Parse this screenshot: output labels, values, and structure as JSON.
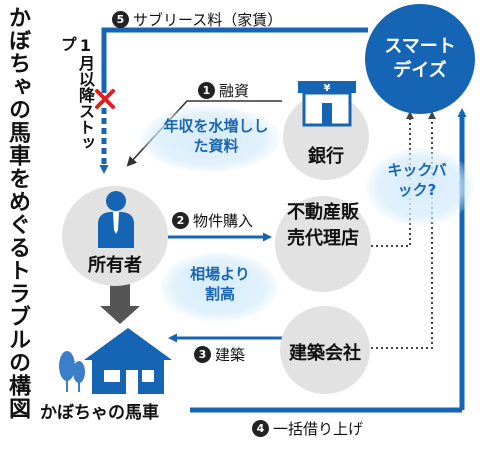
{
  "title": "かぼちゃの馬車をめぐるトラブルの構図",
  "nodes": {
    "smart_days": "スマートデイズ",
    "bank": "銀行",
    "owner": "所有者",
    "realtor": "不動産販売代理店",
    "builder": "建築会社",
    "house": "かぼちゃの馬車"
  },
  "edges": {
    "sublease": {
      "num": "5",
      "label": "サブリース料（家賃）"
    },
    "loan": {
      "num": "1",
      "label": "融資"
    },
    "purchase": {
      "num": "2",
      "label": "物件購入"
    },
    "construction": {
      "num": "3",
      "label": "建築"
    },
    "masterlease": {
      "num": "4",
      "label": "一括借り上げ"
    }
  },
  "annotations": {
    "stop": "1月以降ストップ",
    "inflated_income": "年収を水増しした資料",
    "overpriced": "相場より割高",
    "kickback": "キックバック?"
  },
  "icons": {
    "bank": "bank-building-icon",
    "owner": "person-icon",
    "house": "house-icon",
    "trees": "tree-icon",
    "stop": "x-mark-icon"
  },
  "colors": {
    "brand_blue": "#1565b4",
    "accent_red": "#e02020",
    "note_blue": "#1a66b3",
    "node_gray": "#e2e2e2"
  }
}
